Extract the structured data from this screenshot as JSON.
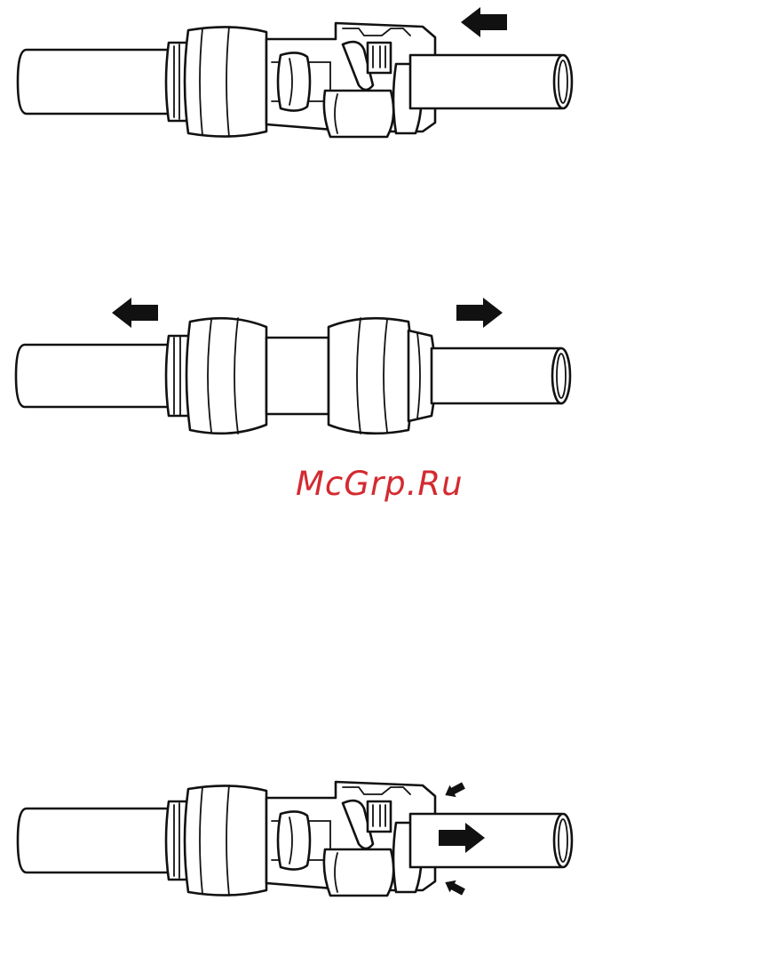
{
  "watermark": {
    "text": "McGrp.Ru",
    "color": "#d42a30"
  },
  "colors": {
    "line": "#111111",
    "background": "#ffffff"
  },
  "steps": [
    {
      "id": "insert-tube",
      "description_icon": "push-left-arrow-icon"
    },
    {
      "id": "pull-test",
      "description_icon": "pull-apart-arrows-icon"
    },
    {
      "id": "release-tube",
      "description_icon": "collet-press-arrows-icon"
    }
  ]
}
